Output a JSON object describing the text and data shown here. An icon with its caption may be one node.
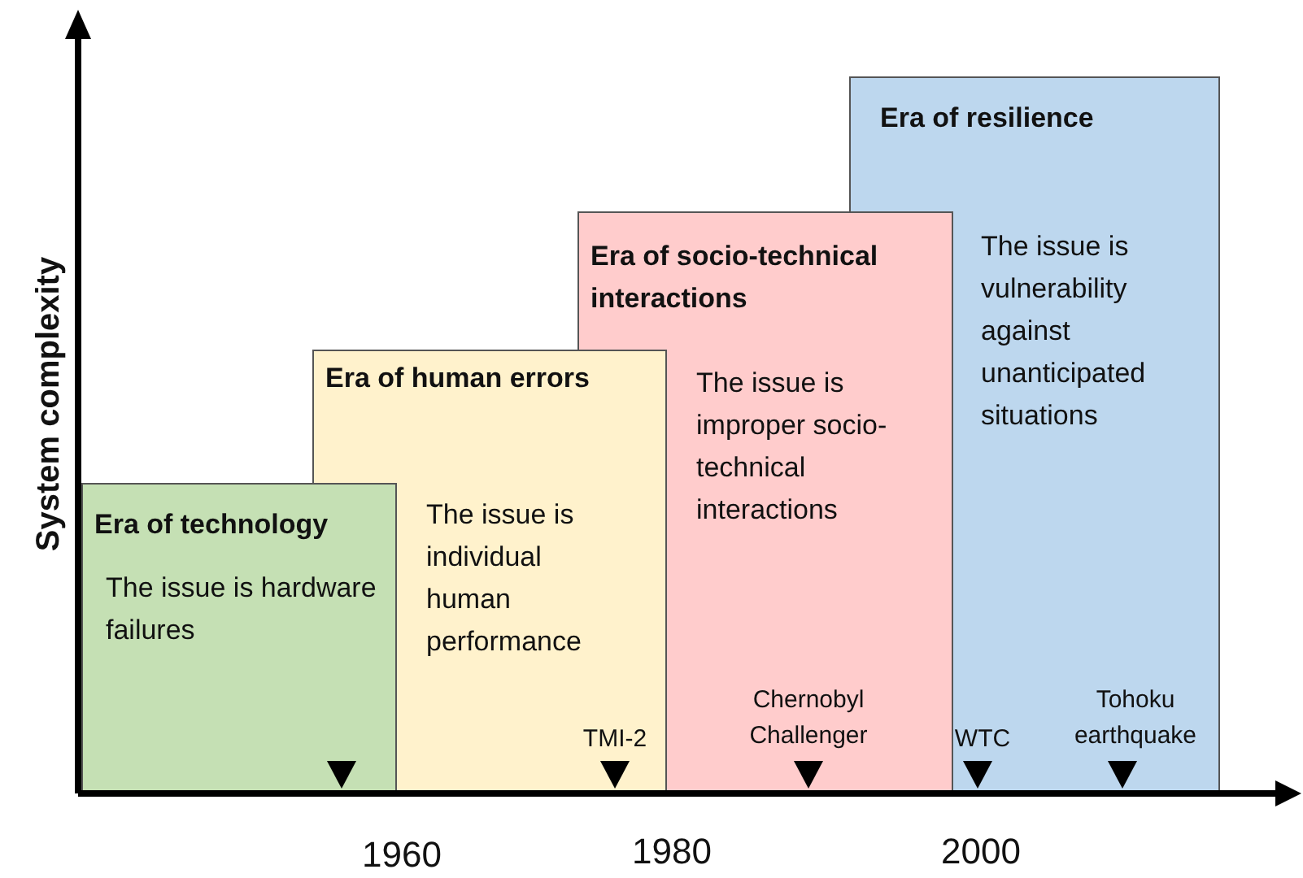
{
  "diagram": {
    "nodes": [
      {
        "text": [
          "Era of technology",
          "The issue is hardware failures"
        ]
      },
      {
        "text": [
          "Era of human errors",
          "The issue is individual human performance"
        ]
      },
      {
        "text": [
          "Era of socio-technical interactions",
          "The issue is improper socio-technical interactions"
        ]
      },
      {
        "text": [
          "Era of resilience",
          "The issue is vulnerability against unanticipated situations"
        ]
      }
    ],
    "labels": [
      "System complexity",
      "TMI-2",
      "Chernobyl Challenger",
      "WTC",
      "Tohoku earthquake",
      "1960",
      "1980",
      "2000"
    ]
  }
}
